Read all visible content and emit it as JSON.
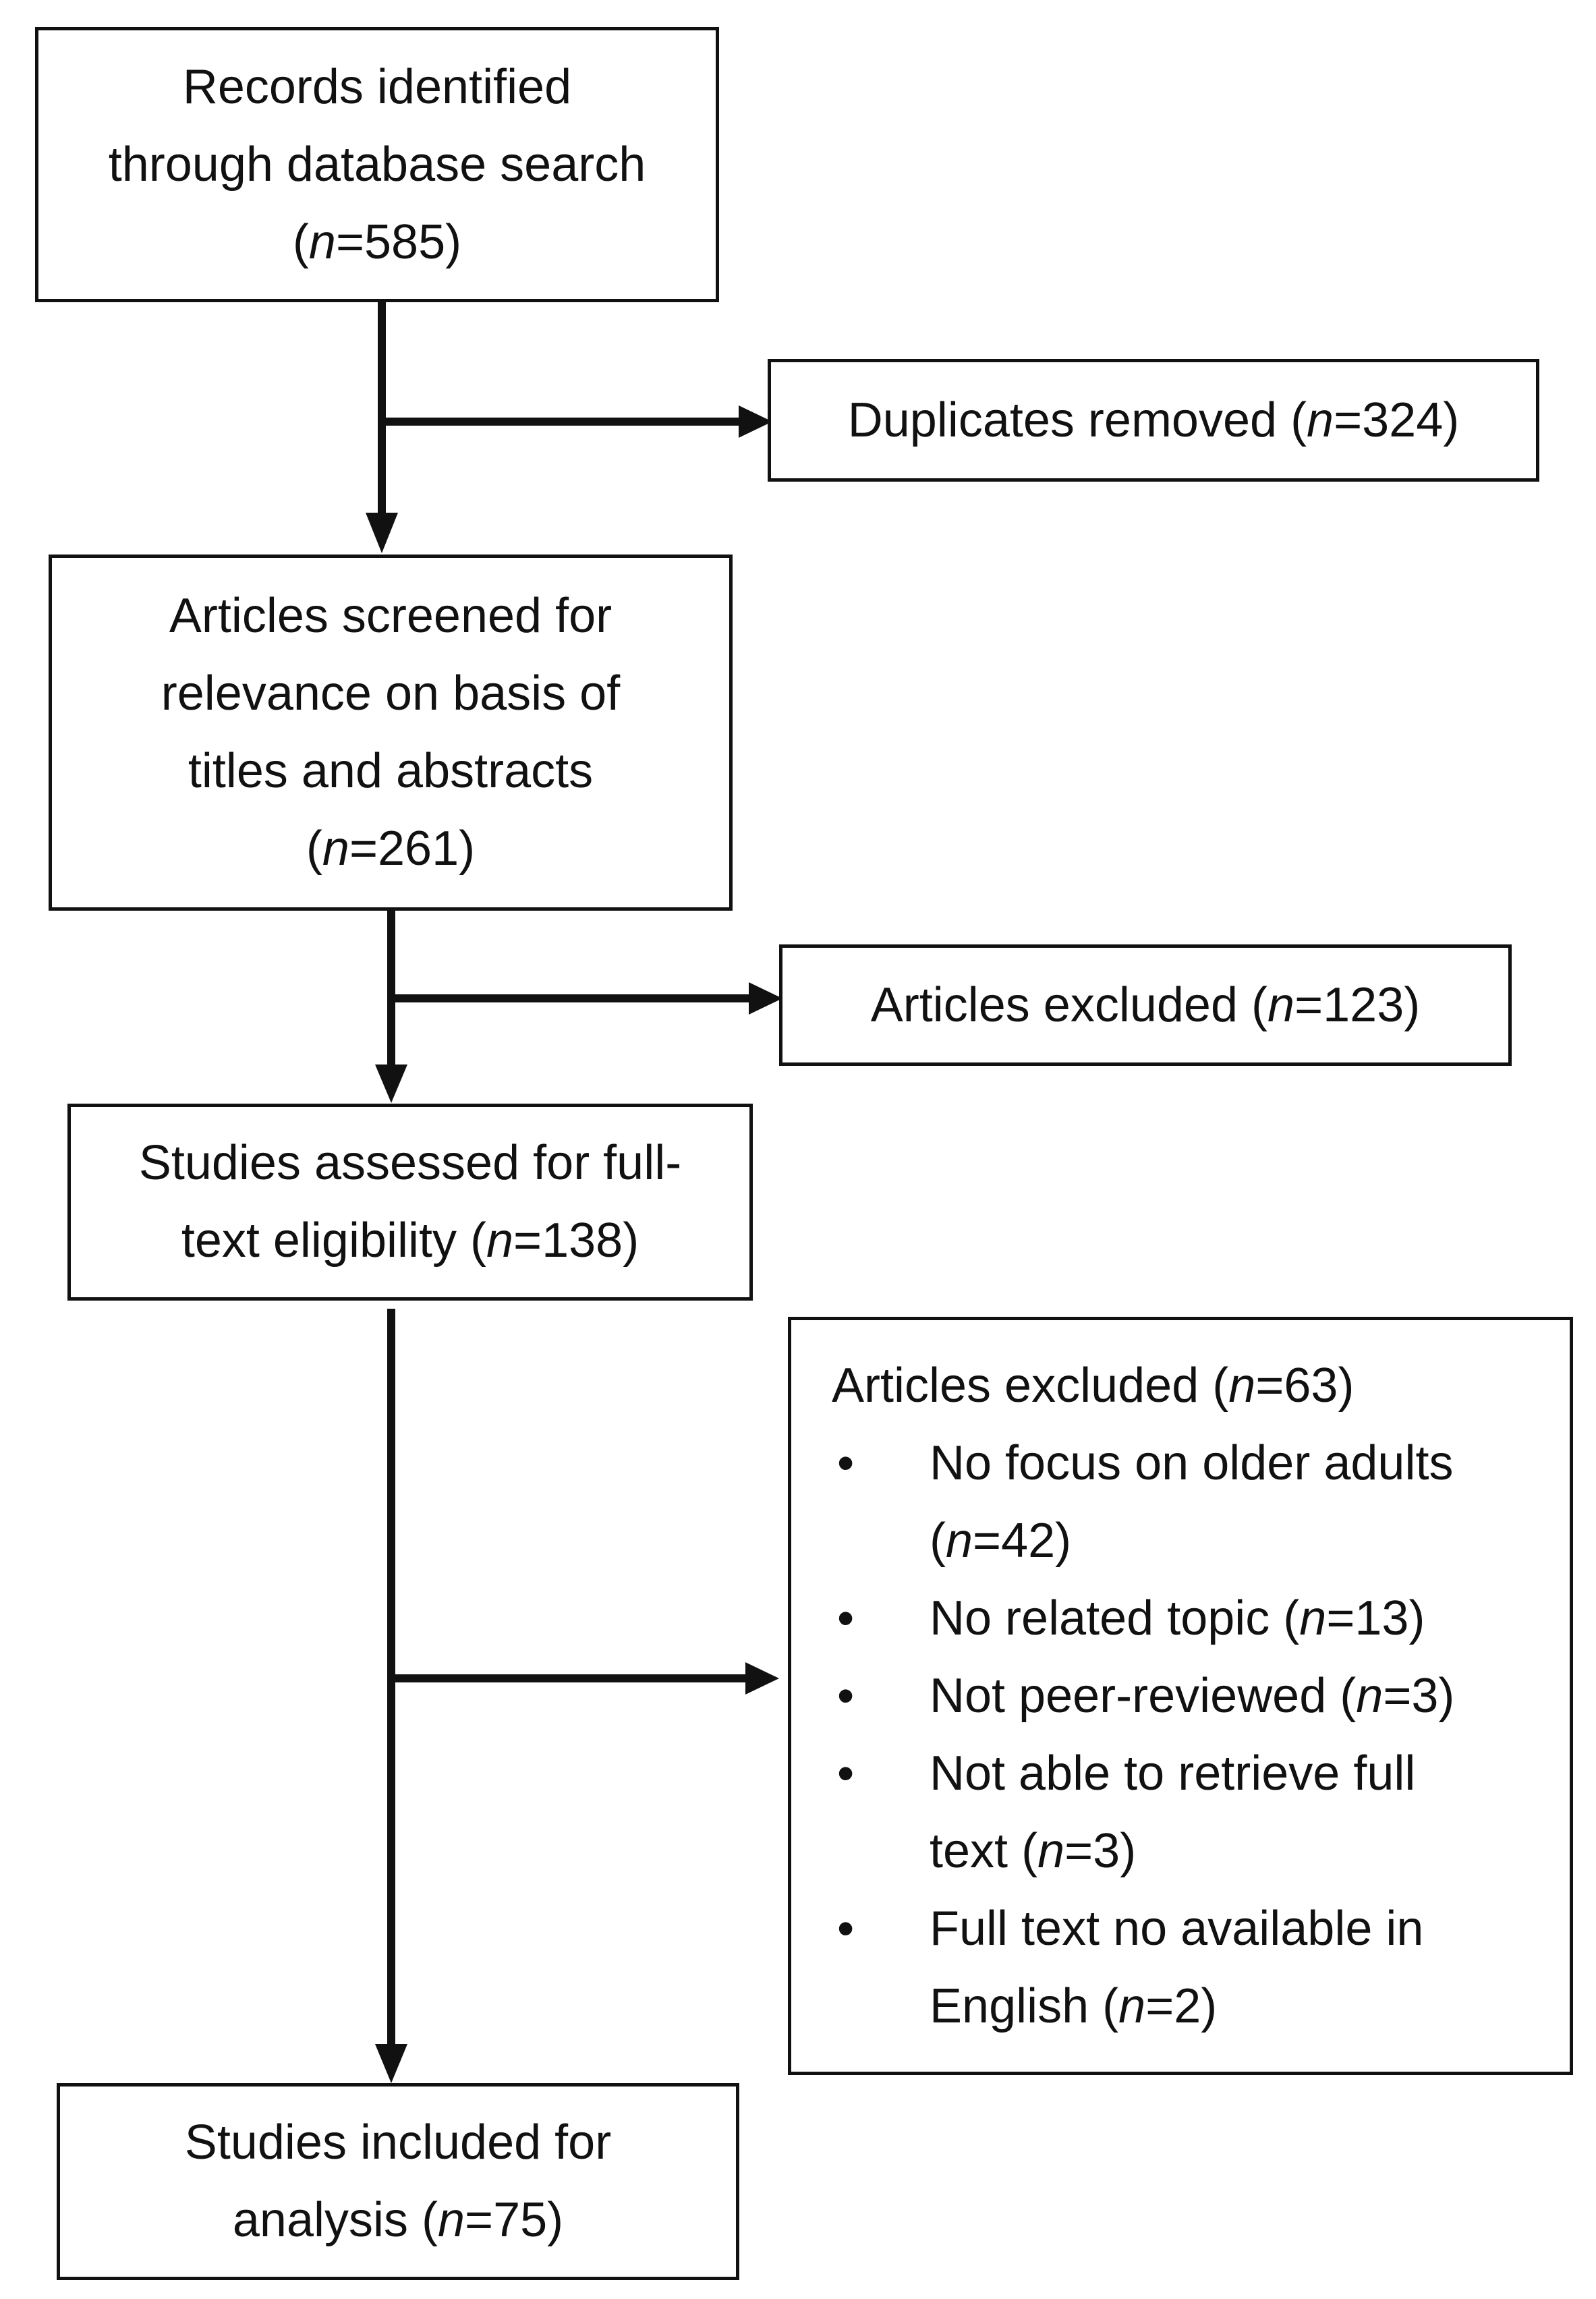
{
  "boxes": {
    "records": {
      "lines": [
        "Records identified",
        "through database search"
      ],
      "count": "(n=585)"
    },
    "duplicates": {
      "text": "Duplicates removed",
      "count": "(n=324)"
    },
    "screened": {
      "lines": [
        "Articles screened for",
        "relevance on basis of",
        "titles and abstracts"
      ],
      "count": "(n=261)"
    },
    "excluded1": {
      "text": "Articles excluded",
      "count": "(n=123)"
    },
    "assessed": {
      "lines": [
        "Studies assessed for full-",
        "text eligibility"
      ],
      "count": "(n=138)"
    },
    "excluded2": {
      "heading": "Articles excluded",
      "count": "(n=63)",
      "bullet_glyph": "•",
      "reasons": [
        {
          "lines": [
            "No focus on older adults",
            ""
          ],
          "count": "(n=42)"
        },
        {
          "lines": [
            "No related topic"
          ],
          "count": "(n=13)"
        },
        {
          "lines": [
            "Not peer-reviewed"
          ],
          "count": "(n=3)"
        },
        {
          "lines": [
            "Not able to retrieve full",
            "text"
          ],
          "count": "(n=3)"
        },
        {
          "lines": [
            "Full text no available in",
            "English"
          ],
          "count": "(n=2)"
        }
      ]
    },
    "included": {
      "lines": [
        "Studies included for",
        "analysis"
      ],
      "count": "(n=75)"
    }
  }
}
